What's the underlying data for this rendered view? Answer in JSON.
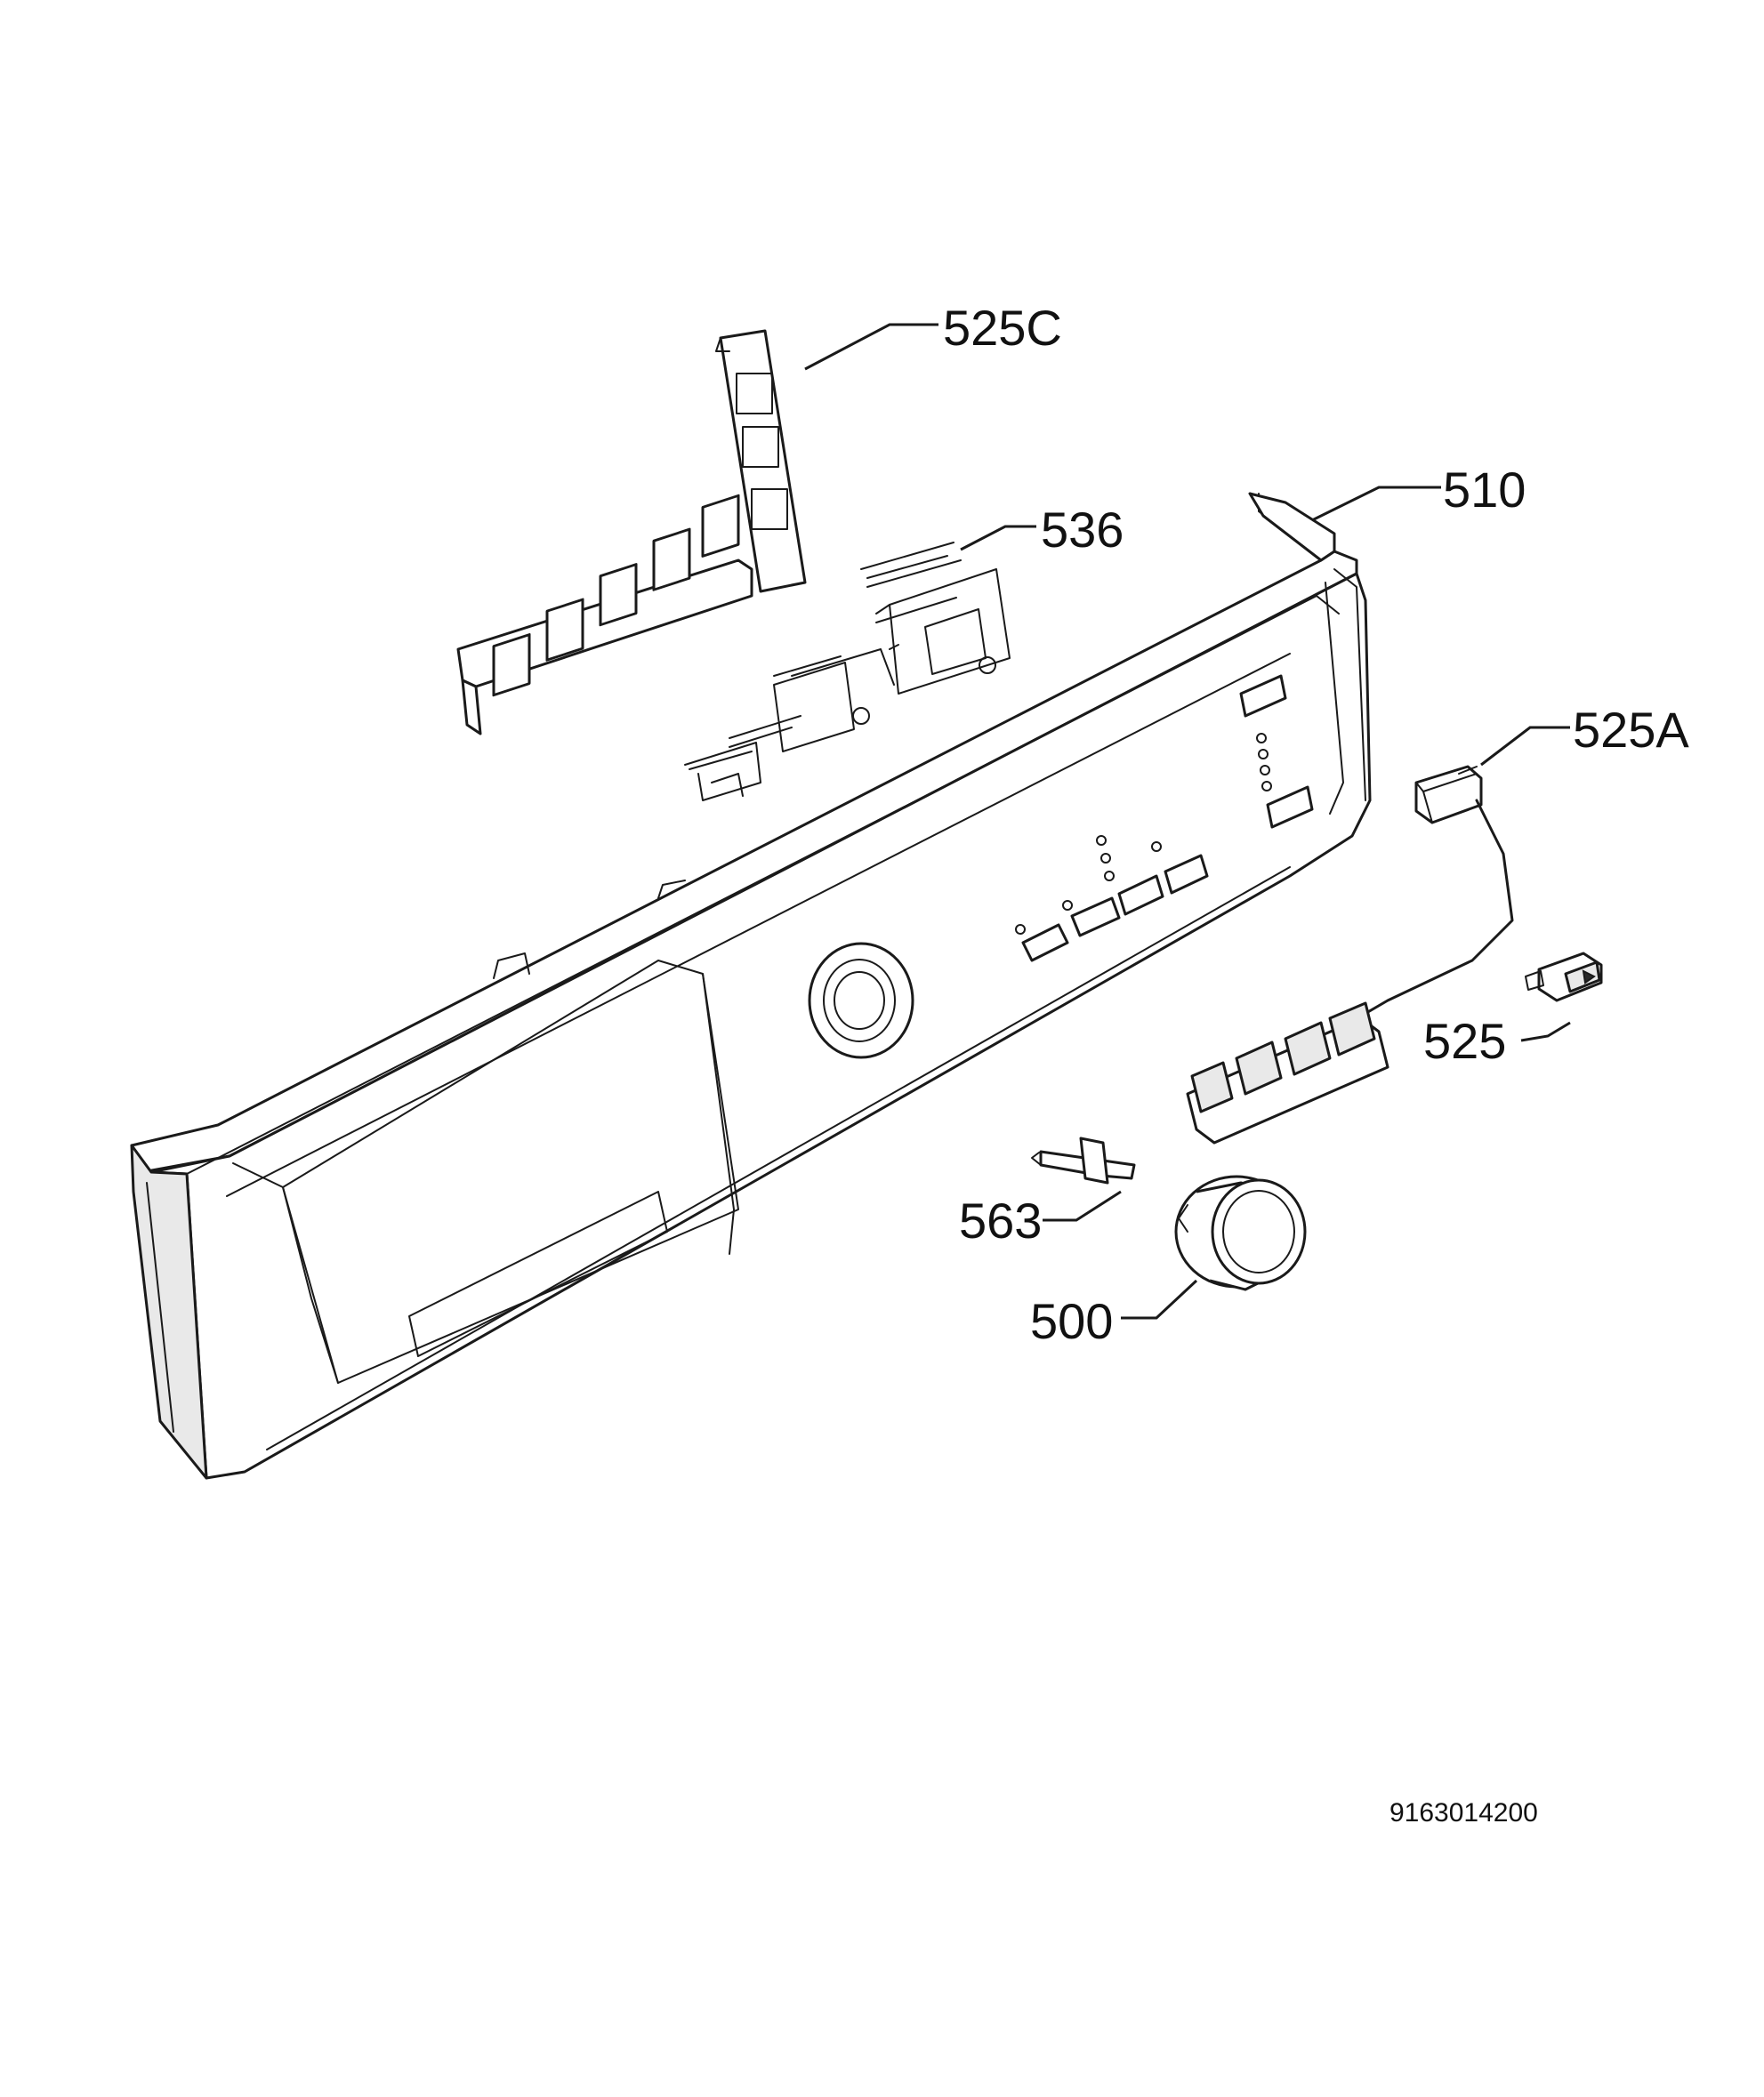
{
  "diagram": {
    "document_number": "9163014200",
    "parts": [
      {
        "id": "525C",
        "label": "525C"
      },
      {
        "id": "510",
        "label": "510"
      },
      {
        "id": "536",
        "label": "536"
      },
      {
        "id": "525A",
        "label": "525A"
      },
      {
        "id": "525",
        "label": "525"
      },
      {
        "id": "563",
        "label": "563"
      },
      {
        "id": "500",
        "label": "500"
      }
    ]
  }
}
